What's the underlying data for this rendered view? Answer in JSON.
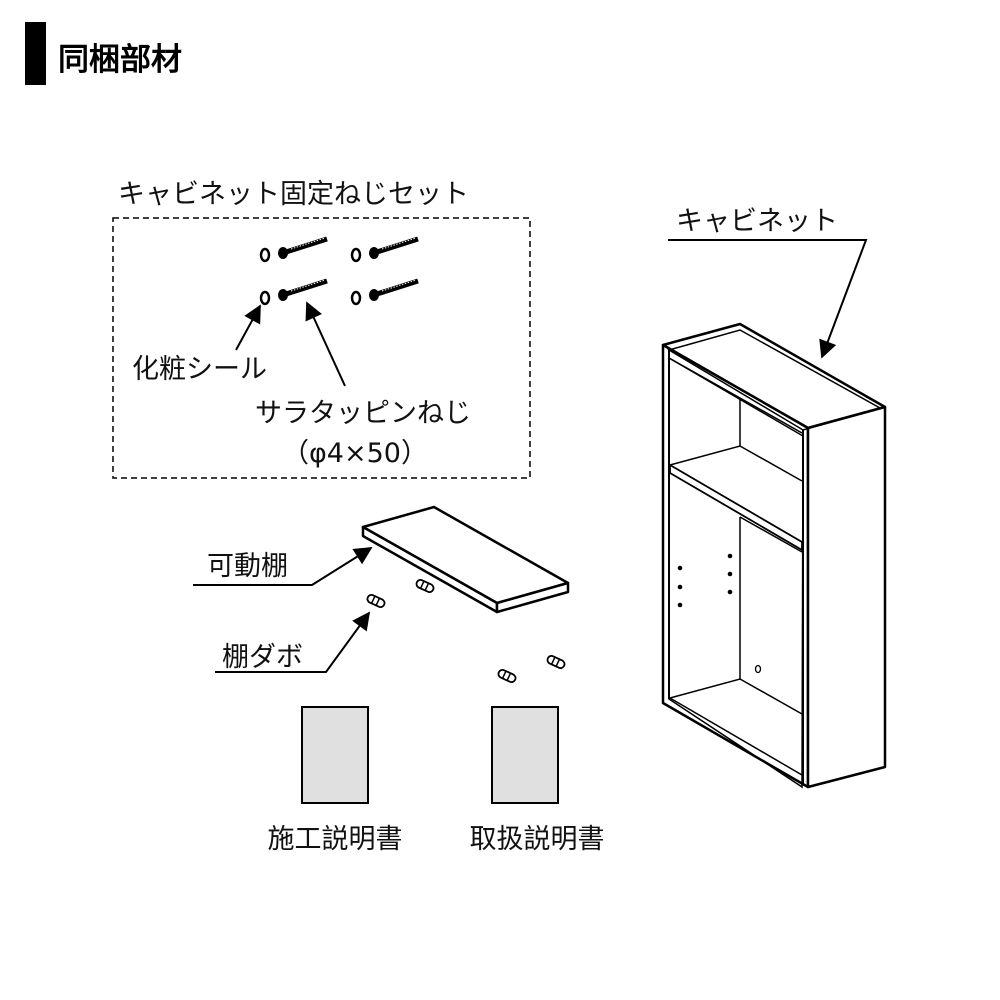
{
  "header": {
    "title": "同梱部材"
  },
  "parts": {
    "screw_set": {
      "label": "キャビネット固定ねじセット",
      "seal_label": "化粧シール",
      "screw_label": "サラタッピンねじ",
      "screw_spec": "（φ4×50）"
    },
    "cabinet": {
      "label": "キャビネット"
    },
    "shelf": {
      "label": "可動棚"
    },
    "shelf_pin": {
      "label": "棚ダボ"
    },
    "manuals": [
      {
        "label": "施工説明書"
      },
      {
        "label": "取扱説明書"
      }
    ]
  },
  "colors": {
    "manual_fill": "#e0e0e0",
    "ink": "#000000"
  }
}
